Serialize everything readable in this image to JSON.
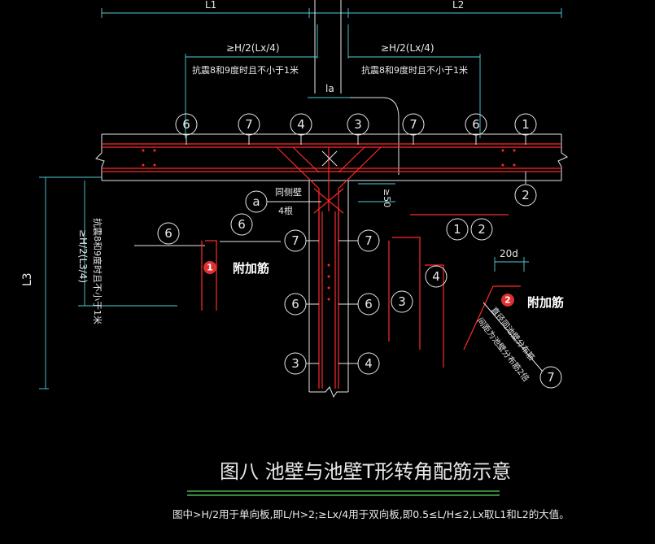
{
  "dims": {
    "l1": "L1",
    "l2": "L2",
    "l3": "L3",
    "la": "la",
    "d20": "20d",
    "ge50": "≥50"
  },
  "spans": {
    "left_top": "≥H/2(Lx/4)",
    "left_note": "抗震8和9度时且不小于1米",
    "right_top": "≥H/2(Lx/4)",
    "right_note": "抗震8和9度时且不小于1米",
    "vertical": "≥H/2(L3/4)",
    "vertical_note": "抗震8和9度时且不小于1米"
  },
  "bars": {
    "top_row": [
      "6",
      "7",
      "4",
      "3",
      "7",
      "6",
      "1"
    ],
    "two": "2",
    "a": "a",
    "a_note1": "同侧壁",
    "a_note2": "4根",
    "six_a": "6",
    "six_b": "6",
    "seven_l": "7",
    "seven_r": "7",
    "six_ml": "6",
    "six_mr": "6",
    "three_bl": "3",
    "four_br": "4",
    "one_r": "1",
    "two_r": "2",
    "four_r": "4",
    "three_r": "3",
    "seven_br": "7"
  },
  "annotations": {
    "badge1": "1",
    "badge2": "2",
    "extra1": "附加筋",
    "extra2": "附加筋",
    "slant1": "直径同池壁分布筋",
    "slant2": "间距为池壁分布筋2倍"
  },
  "caption": {
    "title": "图八  池壁与池壁T形转角配筋示意",
    "note": "图中>H/2用于单向板,即L/H>2;≥Lx/4用于双向板,即0.5≤L/H≤2,Lx取L1和L2的大值。"
  },
  "colors": {
    "background": "#000000",
    "line": "#e8e8e8",
    "rebar": "#ff2a2a",
    "dimension": "#4fd1d9",
    "underline": "#4caf50",
    "badge": "#e03030"
  }
}
